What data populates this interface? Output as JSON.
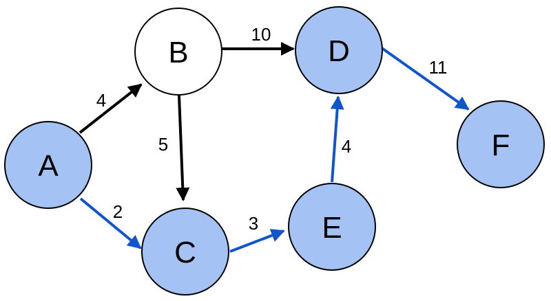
{
  "colors": {
    "highlight_fill": "#a4c2f4",
    "plain_fill": "#ffffff",
    "node_stroke": "#000000",
    "highlight_edge": "#1155cc",
    "plain_edge": "#000000"
  },
  "nodes": {
    "a": {
      "label": "A",
      "highlighted": true
    },
    "b": {
      "label": "B",
      "highlighted": false
    },
    "c": {
      "label": "C",
      "highlighted": true
    },
    "d": {
      "label": "D",
      "highlighted": true
    },
    "e": {
      "label": "E",
      "highlighted": true
    },
    "f": {
      "label": "F",
      "highlighted": true
    }
  },
  "edges": {
    "a_b": {
      "from": "A",
      "to": "B",
      "weight": "4",
      "highlighted": false
    },
    "a_c": {
      "from": "A",
      "to": "C",
      "weight": "2",
      "highlighted": true
    },
    "b_c": {
      "from": "B",
      "to": "C",
      "weight": "5",
      "highlighted": false
    },
    "b_d": {
      "from": "B",
      "to": "D",
      "weight": "10",
      "highlighted": false
    },
    "c_e": {
      "from": "C",
      "to": "E",
      "weight": "3",
      "highlighted": true
    },
    "e_d": {
      "from": "E",
      "to": "D",
      "weight": "4",
      "highlighted": true
    },
    "d_f": {
      "from": "D",
      "to": "F",
      "weight": "11",
      "highlighted": true
    }
  }
}
